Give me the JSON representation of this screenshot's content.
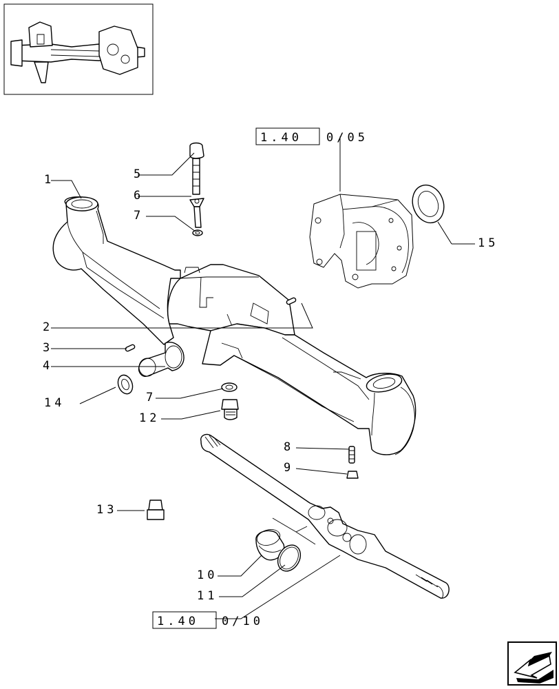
{
  "callouts": [
    {
      "id": "1",
      "text": "1"
    },
    {
      "id": "2",
      "text": "2"
    },
    {
      "id": "3",
      "text": "3"
    },
    {
      "id": "4",
      "text": "4"
    },
    {
      "id": "5",
      "text": "5"
    },
    {
      "id": "6",
      "text": "6"
    },
    {
      "id": "7a",
      "text": "7"
    },
    {
      "id": "7b",
      "text": "7"
    },
    {
      "id": "8",
      "text": "8"
    },
    {
      "id": "9",
      "text": "9"
    },
    {
      "id": "10",
      "text": "10"
    },
    {
      "id": "11",
      "text": "11"
    },
    {
      "id": "12",
      "text": "12"
    },
    {
      "id": "13",
      "text": "13"
    },
    {
      "id": "14",
      "text": "14"
    },
    {
      "id": "15",
      "text": "15"
    }
  ],
  "references": [
    {
      "box": "1.40",
      "suffix": "0/05"
    },
    {
      "box": "1.40",
      "suffix": "0/10"
    }
  ]
}
